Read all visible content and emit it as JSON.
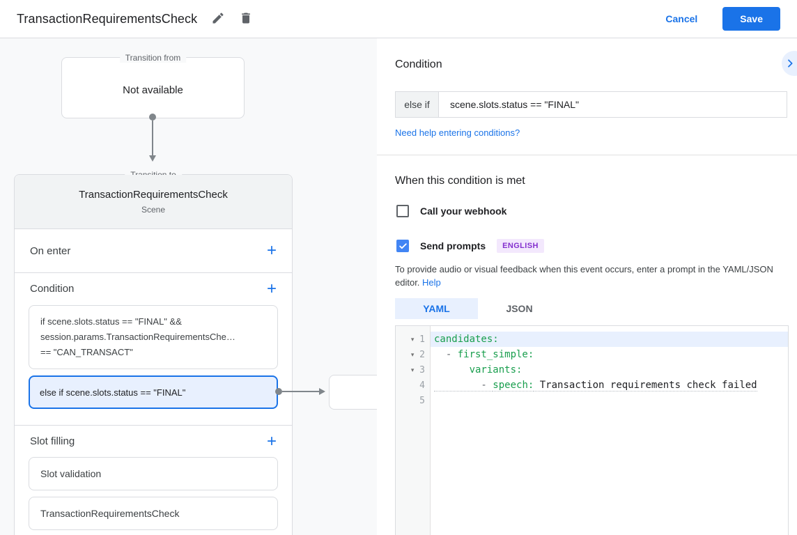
{
  "header": {
    "title": "TransactionRequirementsCheck",
    "cancel_label": "Cancel",
    "save_label": "Save"
  },
  "colors": {
    "accent_blue": "#1a73e8",
    "selection_blue_bg": "#e8f0fe",
    "checkbox_checked": "#4285f4",
    "yaml_key_green": "#189e4d",
    "badge_purple_text": "#8430ce",
    "badge_purple_bg": "#f3e8fd",
    "canvas_gray": "#f8f9fa",
    "card_header_gray": "#f1f3f4",
    "border_gray": "#dadce0"
  },
  "diagram": {
    "transition_from": {
      "label": "Transition from",
      "content": "Not available"
    },
    "transition_to": {
      "label": "Transition to",
      "title": "TransactionRequirementsCheck",
      "subtitle": "Scene"
    },
    "on_enter_label": "On enter",
    "condition_label": "Condition",
    "condition_items": [
      "if scene.slots.status == \"FINAL\" &&\nsession.params.TransactionRequirementsChe…\n== \"CAN_TRANSACT\"",
      "else if scene.slots.status == \"FINAL\""
    ],
    "slot_filling_label": "Slot filling",
    "slot_items": [
      "Slot validation",
      "TransactionRequirementsCheck"
    ],
    "add_button_glyph": "+"
  },
  "panel": {
    "title": "Condition",
    "condition_prefix": "else if",
    "condition_value": "scene.slots.status == \"FINAL\"",
    "help_link": "Need help entering conditions?",
    "when_met_title": "When this condition is met",
    "webhook_label": "Call your webhook",
    "prompts_label": "Send prompts",
    "language_badge": "ENGLISH",
    "editor_hint": "To provide audio or visual feedback when this event occurs, enter a prompt in the YAML/JSON editor.",
    "editor_hint_link": "Help",
    "tabs": [
      {
        "label": "YAML",
        "active": true
      },
      {
        "label": "JSON",
        "active": false
      }
    ],
    "editor": {
      "lines": [
        {
          "num": 1,
          "fold": true,
          "highlight": true,
          "segments": [
            {
              "text": "candidates:",
              "type": "key"
            }
          ]
        },
        {
          "num": 2,
          "fold": true,
          "highlight": false,
          "segments": [
            {
              "text": "  - ",
              "type": "plain"
            },
            {
              "text": "first_simple:",
              "type": "key"
            }
          ]
        },
        {
          "num": 3,
          "fold": true,
          "highlight": false,
          "segments": [
            {
              "text": "      ",
              "type": "plain"
            },
            {
              "text": "variants:",
              "type": "key"
            }
          ]
        },
        {
          "num": 4,
          "fold": false,
          "highlight": false,
          "segments": [
            {
              "text": "        - ",
              "type": "plain",
              "underline": true
            },
            {
              "text": "speech:",
              "type": "key",
              "underline": true
            },
            {
              "text": " Transaction requirements check failed",
              "type": "val",
              "underline": true
            }
          ]
        },
        {
          "num": 5,
          "fold": false,
          "highlight": false,
          "segments": []
        }
      ]
    }
  }
}
